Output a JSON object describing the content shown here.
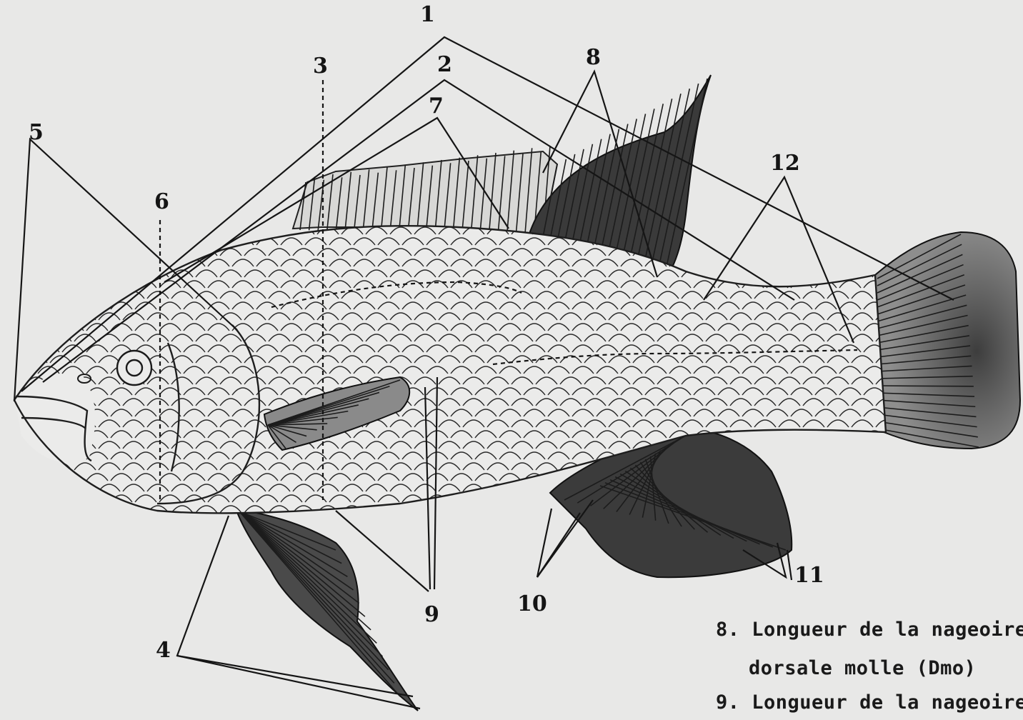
{
  "labels": {
    "n1": "1",
    "n2": "2",
    "n3": "3",
    "n4": "4",
    "n5": "5",
    "n6": "6",
    "n7": "7",
    "n8": "8",
    "n9": "9",
    "n10": "10",
    "n11": "11",
    "n12": "12"
  },
  "legend": {
    "line1": "8. Longueur de la nageoire",
    "line2": "dorsale molle (Dmo)",
    "line3": "9. Longueur de la nageoire"
  },
  "colors": {
    "paper": "#e8e8e7",
    "ink": "#1a1a1a",
    "fin_shade": "#2b2b2b"
  }
}
